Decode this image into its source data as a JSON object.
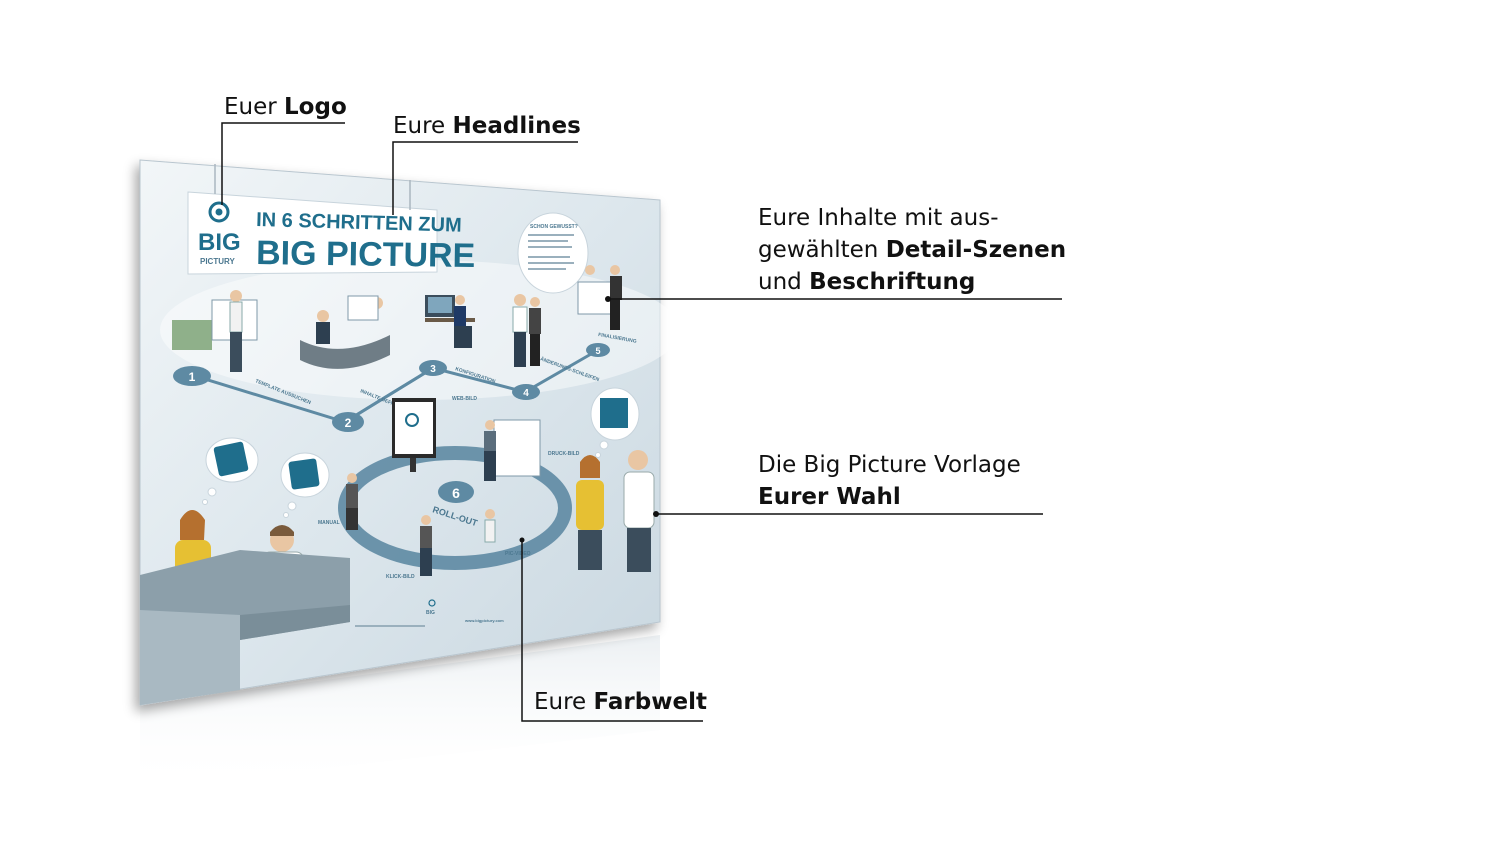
{
  "callouts": {
    "logo": {
      "prefix": "Euer",
      "bold": "Logo"
    },
    "headlines": {
      "prefix": "Eure",
      "bold": "Headlines"
    },
    "content": {
      "line1": "Eure Inhalte mit aus-",
      "line2_prefix": "gewählten",
      "line2_bold": "Detail-Szenen",
      "line3_prefix": "und",
      "line3_bold": "Beschriftung"
    },
    "template": {
      "line1": "Die Big Picture Vorlage",
      "line2_bold": "Eurer Wahl"
    },
    "colors": {
      "prefix": "Eure",
      "bold": "Farbwelt"
    }
  },
  "poster": {
    "logo_word": "BIG",
    "logo_sub": "PICTURY",
    "headline_line1": "IN 6 SCHRITTEN ZUM",
    "headline_line2": "BIG PICTURE",
    "bubble_heading": "SCHON GEWUSST?",
    "steps": [
      {
        "number": "1",
        "label": "TEMPLATE AUSSUCHEN"
      },
      {
        "number": "2",
        "label": "INHALTE DEFINIEREN"
      },
      {
        "number": "3",
        "label": "KONFIGURATION"
      },
      {
        "number": "4",
        "label": "ÄNDERUNGS-SCHLEIFEN"
      },
      {
        "number": "5",
        "label": "FINALISIERUNG"
      },
      {
        "number": "6",
        "label": "ROLL-OUT"
      }
    ],
    "rollout_labels": [
      "WEB-BILD",
      "DRUCK-BILD",
      "MANUAL",
      "KLICK-BILD",
      "PIC-VIDEO"
    ],
    "footer_url": "www.bigpictury.com"
  },
  "colors": {
    "accent": "#1f6e8c",
    "track": "#5e8aa3",
    "poster_bg": "#dfe8ee",
    "cubicle": "#8c9faa",
    "puzzle": "#1f6e8c"
  }
}
